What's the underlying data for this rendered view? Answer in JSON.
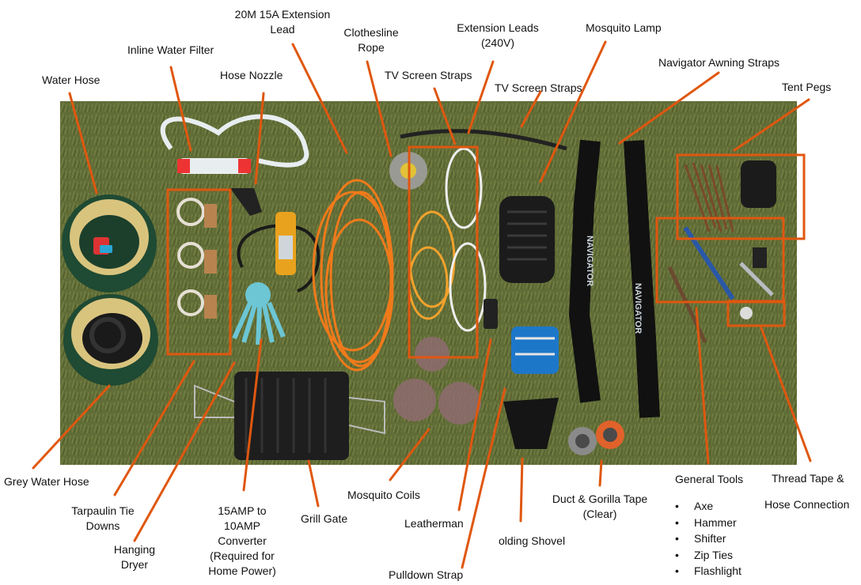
{
  "labels": {
    "water_hose": "Water Hose",
    "inline_filter": "Inline Water Filter",
    "hose_nozzle": "Hose Nozzle",
    "ext_lead_20m_l1": "20M 15A Extension",
    "ext_lead_20m_l2": "Lead",
    "clothesline_l1": "Clothesline",
    "clothesline_l2": "Rope",
    "tv_straps_1": "TV Screen Straps",
    "tv_straps_2": "TV Screen Straps",
    "ext_leads_l1": "Extension Leads",
    "ext_leads_l2": "(240V)",
    "mosquito_lamp": "Mosquito Lamp",
    "navigator_straps": "Navigator Awning Straps",
    "tent_pegs": "Tent Pegs",
    "grey_water_hose": "Grey Water Hose",
    "tarp_l1": "Tarpaulin Tie",
    "tarp_l2": "Downs",
    "hanging_l1": "Hanging",
    "hanging_l2": "Dryer",
    "converter_l1": "15AMP to",
    "converter_l2": "10AMP",
    "converter_l3": "Converter",
    "converter_l4": "(Required for",
    "converter_l5": "Home Power)",
    "grill_gate": "Grill Gate",
    "mosquito_coils": "Mosquito Coils",
    "leatherman": "Leatherman",
    "pulldown_strap": "Pulldown Strap",
    "folding_shovel": "olding Shovel",
    "tape_l1": "Duct & Gorilla Tape",
    "tape_l2": "(Clear)",
    "general_tools": "General Tools",
    "thread_l1": "Thread Tape &",
    "thread_l2": "Hose Connection"
  },
  "tools_list": [
    "Axe",
    "Hammer",
    "Shifter",
    "Zip Ties",
    "Flashlight"
  ],
  "photo_text": {
    "navigator": "NAVIGATOR"
  },
  "colors": {
    "annotation_orange": "#e0570f",
    "grass": "#5f6b35"
  }
}
